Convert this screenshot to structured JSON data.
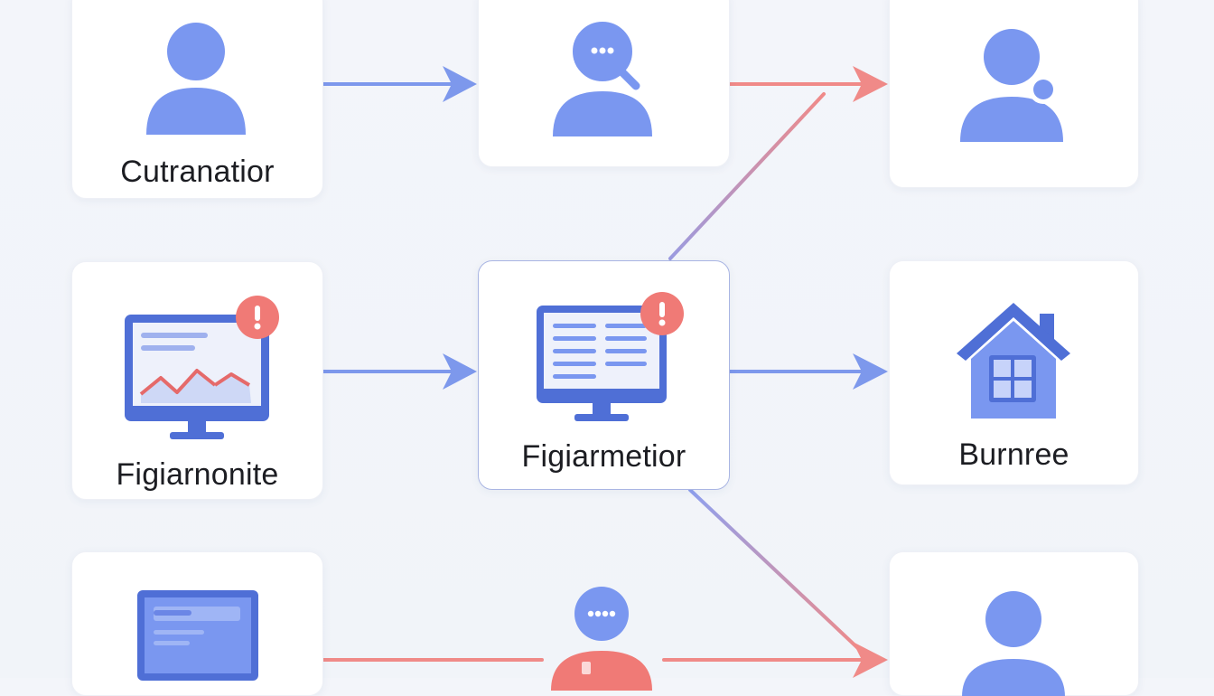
{
  "diagram": {
    "nodes": [
      {
        "id": "n1",
        "label": "Cutranatior",
        "icon": "user-icon"
      },
      {
        "id": "n2",
        "label": "",
        "icon": "user-search-icon"
      },
      {
        "id": "n3",
        "label": "",
        "icon": "user-status-icon"
      },
      {
        "id": "n4",
        "label": "Figiarnonite",
        "icon": "monitor-chart-alert-icon"
      },
      {
        "id": "n5",
        "label": "Figiarmetior",
        "icon": "monitor-list-alert-icon"
      },
      {
        "id": "n6",
        "label": "Burnree",
        "icon": "house-icon"
      },
      {
        "id": "n7",
        "label": "",
        "icon": "monitor-icon"
      },
      {
        "id": "n8",
        "label": "",
        "icon": "user-chat-icon"
      },
      {
        "id": "n9",
        "label": "",
        "icon": "user-icon"
      }
    ],
    "colors": {
      "icon": "#7a97f0",
      "icon_dark": "#4f6fd6",
      "alert": "#f07a76",
      "edge_blue": "#7d98ec",
      "edge_red": "#f08a88"
    }
  }
}
